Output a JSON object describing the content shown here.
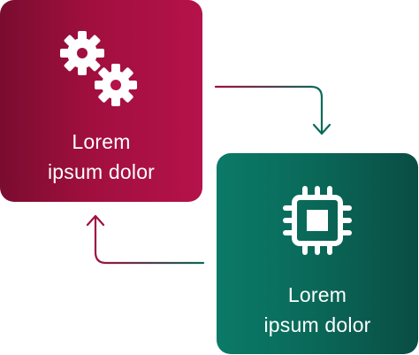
{
  "cards": {
    "top_left": {
      "label_line1": "Lorem",
      "label_line2": "ipsum dolor",
      "icon": "gears-icon",
      "color": "#a10f3f"
    },
    "bottom_right": {
      "label_line1": "Lorem",
      "label_line2": "ipsum dolor",
      "icon": "cpu-chip-icon",
      "color": "#0a6a5a"
    }
  },
  "connectors": {
    "forward_color": "#a10f3f",
    "return_color": "#a10f3f",
    "gradient_end": "#0a6a5a"
  }
}
